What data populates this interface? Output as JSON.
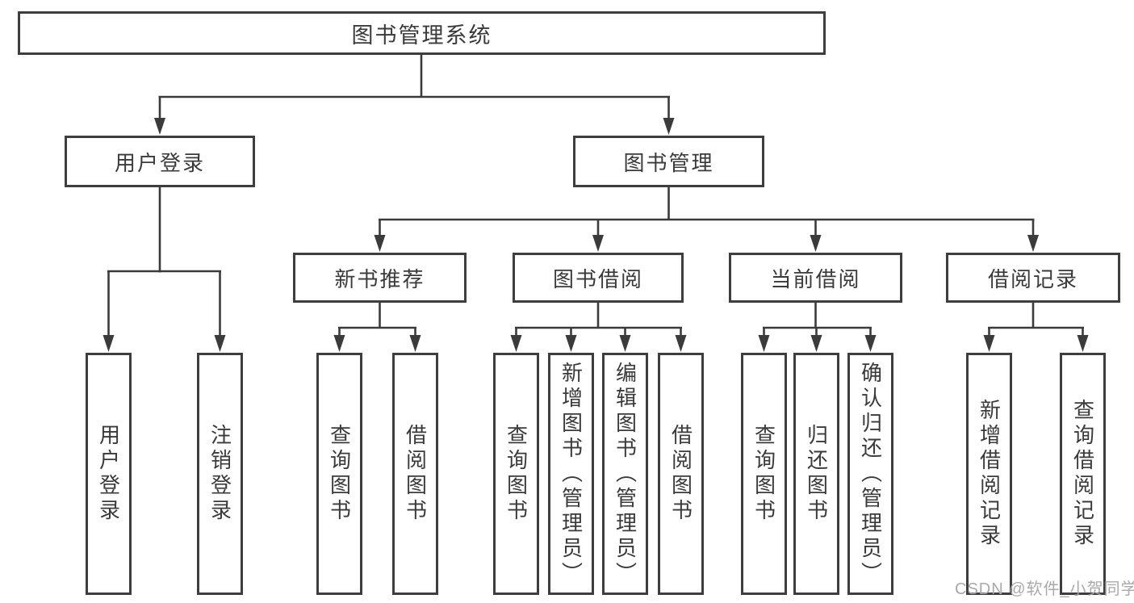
{
  "diagram": {
    "type": "tree",
    "root": {
      "label": "图书管理系统",
      "children": [
        {
          "label": "用户登录",
          "children": [
            {
              "label": "用户登录"
            },
            {
              "label": "注销登录"
            }
          ]
        },
        {
          "label": "图书管理",
          "children": [
            {
              "label": "新书推荐",
              "children": [
                {
                  "label": "查询图书"
                },
                {
                  "label": "借阅图书"
                }
              ]
            },
            {
              "label": "图书借阅",
              "children": [
                {
                  "label": "查询图书"
                },
                {
                  "label": "新增图书（管理员）"
                },
                {
                  "label": "编辑图书（管理员）"
                },
                {
                  "label": "借阅图书"
                }
              ]
            },
            {
              "label": "当前借阅",
              "children": [
                {
                  "label": "查询图书"
                },
                {
                  "label": "归还图书"
                },
                {
                  "label": "确认归还（管理员）"
                }
              ]
            },
            {
              "label": "借阅记录",
              "children": [
                {
                  "label": "新增借阅记录"
                },
                {
                  "label": "查询借阅记录"
                }
              ]
            }
          ]
        }
      ]
    },
    "colors": {
      "line": "#3b3b3b",
      "box_border": "#3e3e3e",
      "text": "#3a3a3a",
      "background": "#ffffff",
      "watermark": "#a9a9a9"
    }
  },
  "watermark": {
    "text": "CSDN @软件_小贺同学"
  }
}
